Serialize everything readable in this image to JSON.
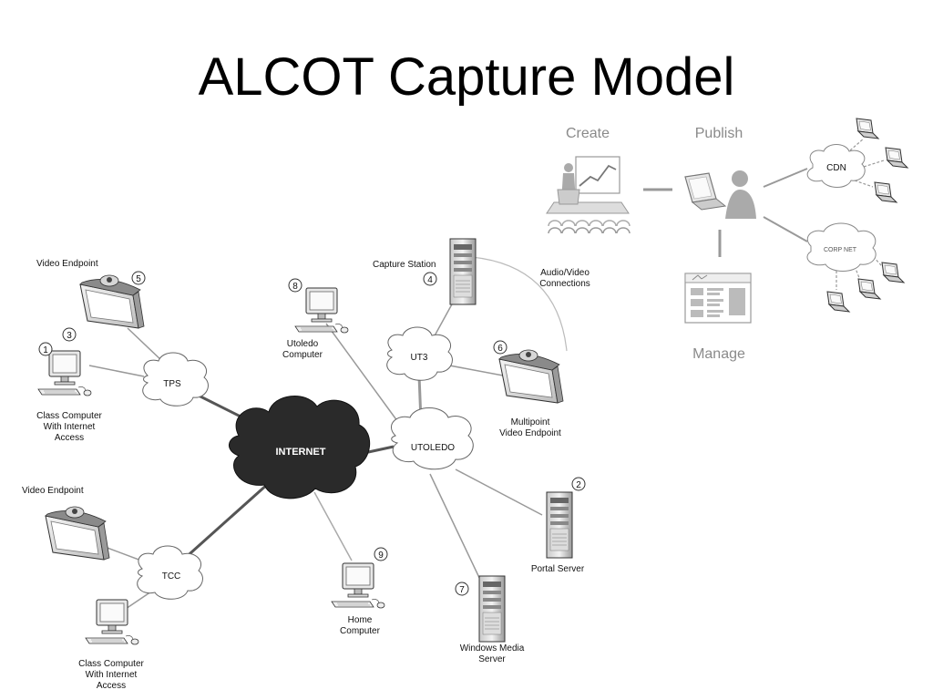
{
  "title": "ALCOT Capture Model",
  "clouds": {
    "internet": "INTERNET",
    "tps": "TPS",
    "tcc": "TCC",
    "ut3": "UT3",
    "utoledo": "UTOLEDO",
    "cdn": "CDN",
    "corpnet": "CORP NET"
  },
  "nodes": {
    "video_endpoint_top": "Video Endpoint",
    "video_endpoint_bottom": "Video Endpoint",
    "class_computer_top": [
      "Class Computer",
      "With Internet",
      "Access"
    ],
    "class_computer_bottom": [
      "Class Computer",
      "With Internet",
      "Access"
    ],
    "capture_station": "Capture Station",
    "av_connections": [
      "Audio/Video",
      "Connections"
    ],
    "utoledo_computer": [
      "Utoledo",
      "Computer"
    ],
    "multipoint": [
      "Multipoint",
      "Video Endpoint"
    ],
    "portal_server": "Portal Server",
    "home_computer": [
      "Home",
      "Computer"
    ],
    "wms": [
      "Windows Media",
      "Server"
    ]
  },
  "numbers": {
    "n1": "1",
    "n2": "2",
    "n3": "3",
    "n4": "4",
    "n5": "5",
    "n6": "6",
    "n7": "7",
    "n8": "8",
    "n9": "9"
  },
  "workflow": {
    "create": "Create",
    "publish": "Publish",
    "manage": "Manage"
  },
  "colors": {
    "line_dark": "#555555",
    "line_light": "#aaaaaa",
    "internet_fill": "#2a2a2a",
    "cloud_fill": "#ffffff",
    "workflow_gray": "#8a8a8a"
  }
}
